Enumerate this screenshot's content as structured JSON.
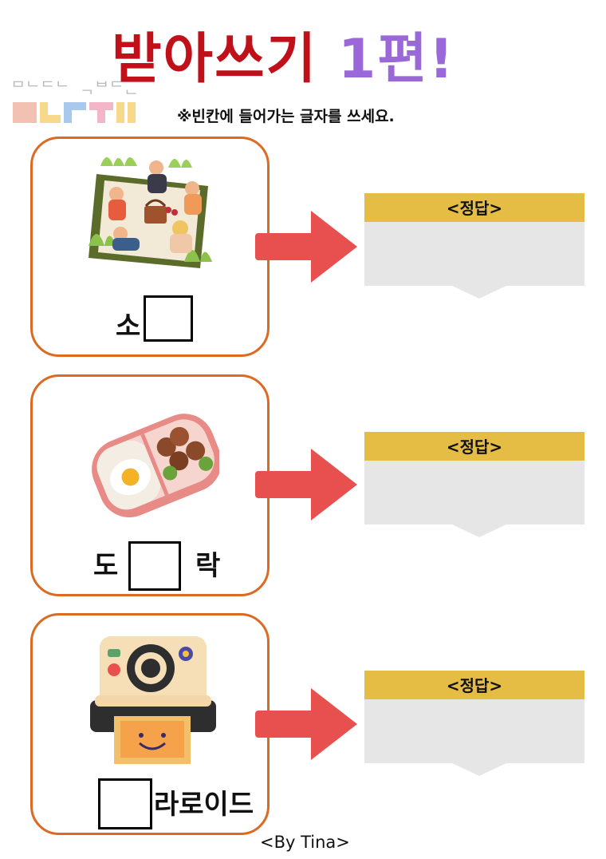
{
  "title": {
    "main": "받아쓰기",
    "number": "1편!"
  },
  "logo": {
    "text": "ᄆᄂᄃᄂ ᆨᄇᄃᆫ"
  },
  "instruction": "※빈칸에 들어가는 글자를 쓰세요.",
  "questions": [
    {
      "before": "소",
      "after": "",
      "picture": "picnic-illustration"
    },
    {
      "before": "도",
      "after": "락",
      "picture": "lunchbox-illustration"
    },
    {
      "before": "",
      "after": "라로이드",
      "picture": "instant-camera-illustration"
    }
  ],
  "answer_label": "<정답>",
  "footer": "<By Tina>",
  "colors": {
    "title_red": "#c0101a",
    "title_purple": "#9a68d8",
    "card_border": "#dd6a22",
    "arrow": "#e8504f",
    "answer_header": "#e5bc44",
    "answer_body": "#e6e6e6"
  }
}
